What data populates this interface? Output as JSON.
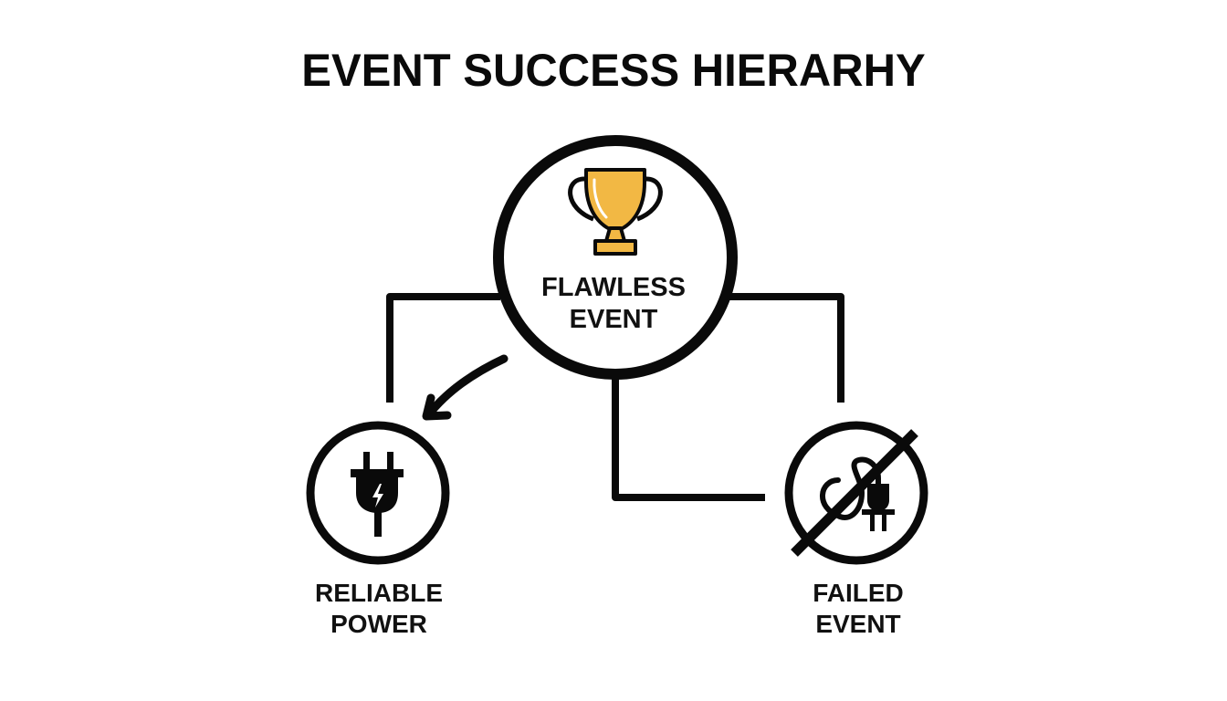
{
  "title": "EVENT SUCCESS HIERARHY",
  "nodes": {
    "top": {
      "line1": "FLAWLESS",
      "line2": "EVENT",
      "icon": "trophy-icon"
    },
    "left": {
      "line1": "RELIABLE",
      "line2": "POWER",
      "icon": "power-plug-icon"
    },
    "right": {
      "line1": "FAILED",
      "line2": "EVENT",
      "icon": "unplugged-prohibited-icon"
    }
  },
  "colors": {
    "stroke": "#0a0a0a",
    "trophy_gold": "#F2B844",
    "background": "#ffffff"
  }
}
